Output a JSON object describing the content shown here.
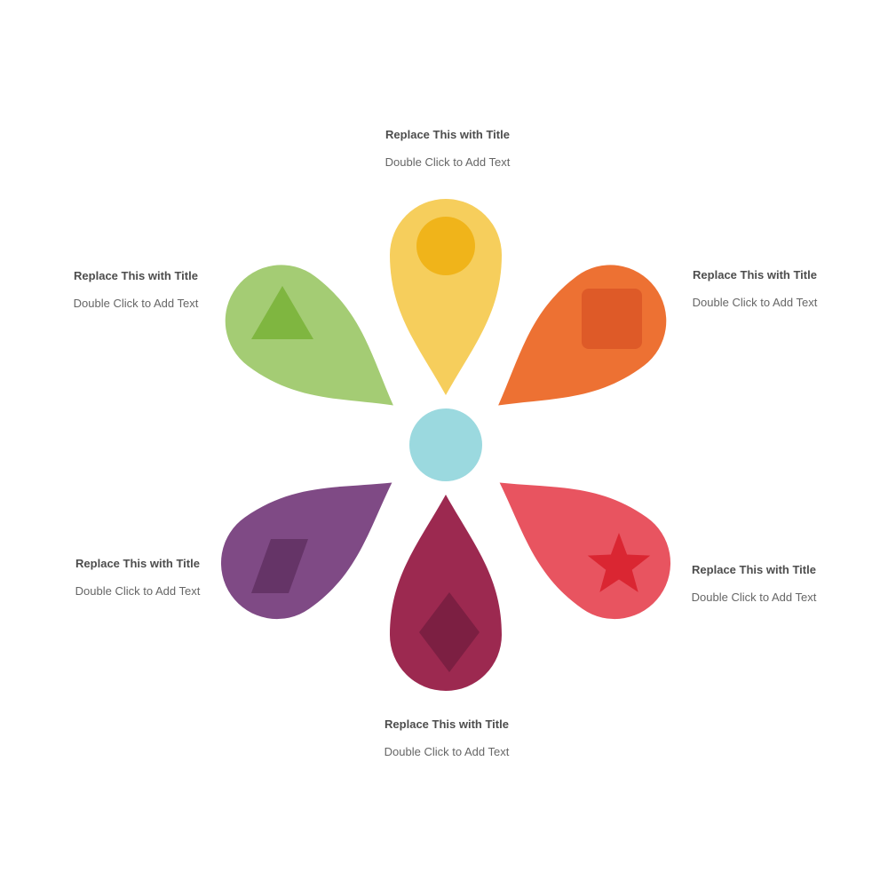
{
  "background_color": "#ffffff",
  "text_style": {
    "title_color": "#4d4d4d",
    "subtitle_color": "#666666"
  },
  "center": {
    "color": "#9BD9DF"
  },
  "petals": [
    {
      "position": "top",
      "icon": "circle-icon",
      "color": "#F6CE5C",
      "icon_color": "#F0B41A",
      "title": "Replace This with Title",
      "subtitle": "Double Click to Add Text"
    },
    {
      "position": "top-right",
      "icon": "square-icon",
      "color": "#ED7133",
      "icon_color": "#DE5A28",
      "title": "Replace This with Title",
      "subtitle": "Double Click to Add Text"
    },
    {
      "position": "bottom-right",
      "icon": "star-icon",
      "color": "#E85460",
      "icon_color": "#DA2632",
      "title": "Replace This with Title",
      "subtitle": "Double Click to Add Text"
    },
    {
      "position": "bottom",
      "icon": "diamond-icon",
      "color": "#9C2950",
      "icon_color": "#7C1F42",
      "title": "Replace This with Title",
      "subtitle": "Double Click to Add Text"
    },
    {
      "position": "bottom-left",
      "icon": "parallelogram-icon",
      "color": "#7F4A85",
      "icon_color": "#653467",
      "title": "Replace This with Title",
      "subtitle": "Double Click to Add Text"
    },
    {
      "position": "top-left",
      "icon": "triangle-icon",
      "color": "#A4CC74",
      "icon_color": "#7FB640",
      "title": "Replace This with Title",
      "subtitle": "Double Click to Add Text"
    }
  ]
}
